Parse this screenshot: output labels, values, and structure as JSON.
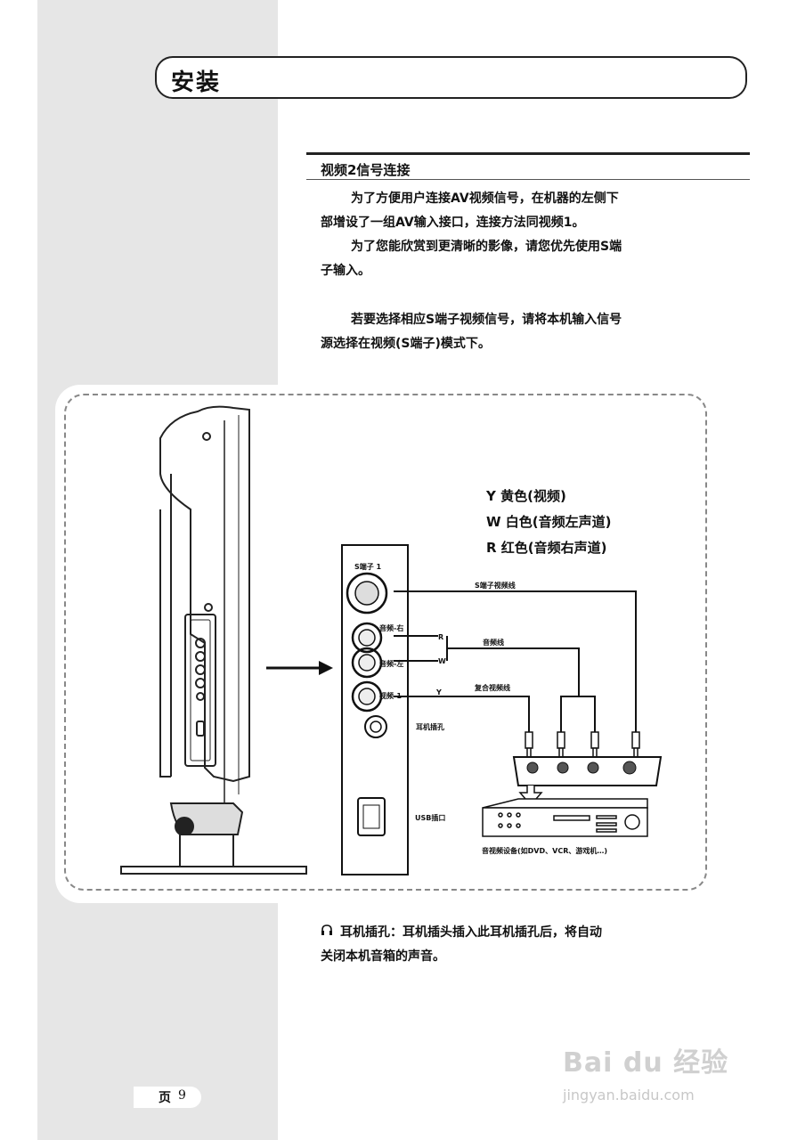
{
  "header": {
    "title": "安装"
  },
  "section": {
    "heading": "视频2信号连接",
    "paragraphs": [
      {
        "indent": true,
        "text": "为了方便用户连接AV视频信号，在机器的左侧下"
      },
      {
        "indent": false,
        "text": "部增设了一组AV输入接口，连接方法同视频1。"
      },
      {
        "indent": true,
        "text": "为了您能欣赏到更清晰的影像，请您优先使用S端"
      },
      {
        "indent": false,
        "text": "子输入。"
      },
      {
        "indent": true,
        "text": "若要选择相应S端子视频信号，请将本机输入信号"
      },
      {
        "indent": false,
        "text": "源选择在视频(S端子)模式下。"
      }
    ]
  },
  "figure": {
    "legend": [
      "Y 黄色(视频)",
      "W 白色(音频左声道)",
      "R 红色(音频右声道)"
    ],
    "labels": {
      "s_terminal": "S端子 1",
      "audio_r": "音频-右",
      "audio_l": "音频-左",
      "video": "视频-1",
      "s_cable": "S端子视频线",
      "audio_cable": "音频线",
      "composite_cable": "复合视频线",
      "headphone_jack": "耳机插孔",
      "usb_port": "USB插口",
      "device": "音视频设备(如DVD、VCR、游戏机…)",
      "mark_r": "R",
      "mark_w": "W",
      "mark_y": "Y"
    }
  },
  "note": {
    "line1": "耳机插孔：耳机插头插入此耳机插孔后，将自动",
    "line2": "关闭本机音箱的声音。"
  },
  "footer": {
    "page_label": "页",
    "page_number": "9"
  },
  "watermark": {
    "logo": "Bai du 经验",
    "url": "jingyan.baidu.com"
  }
}
